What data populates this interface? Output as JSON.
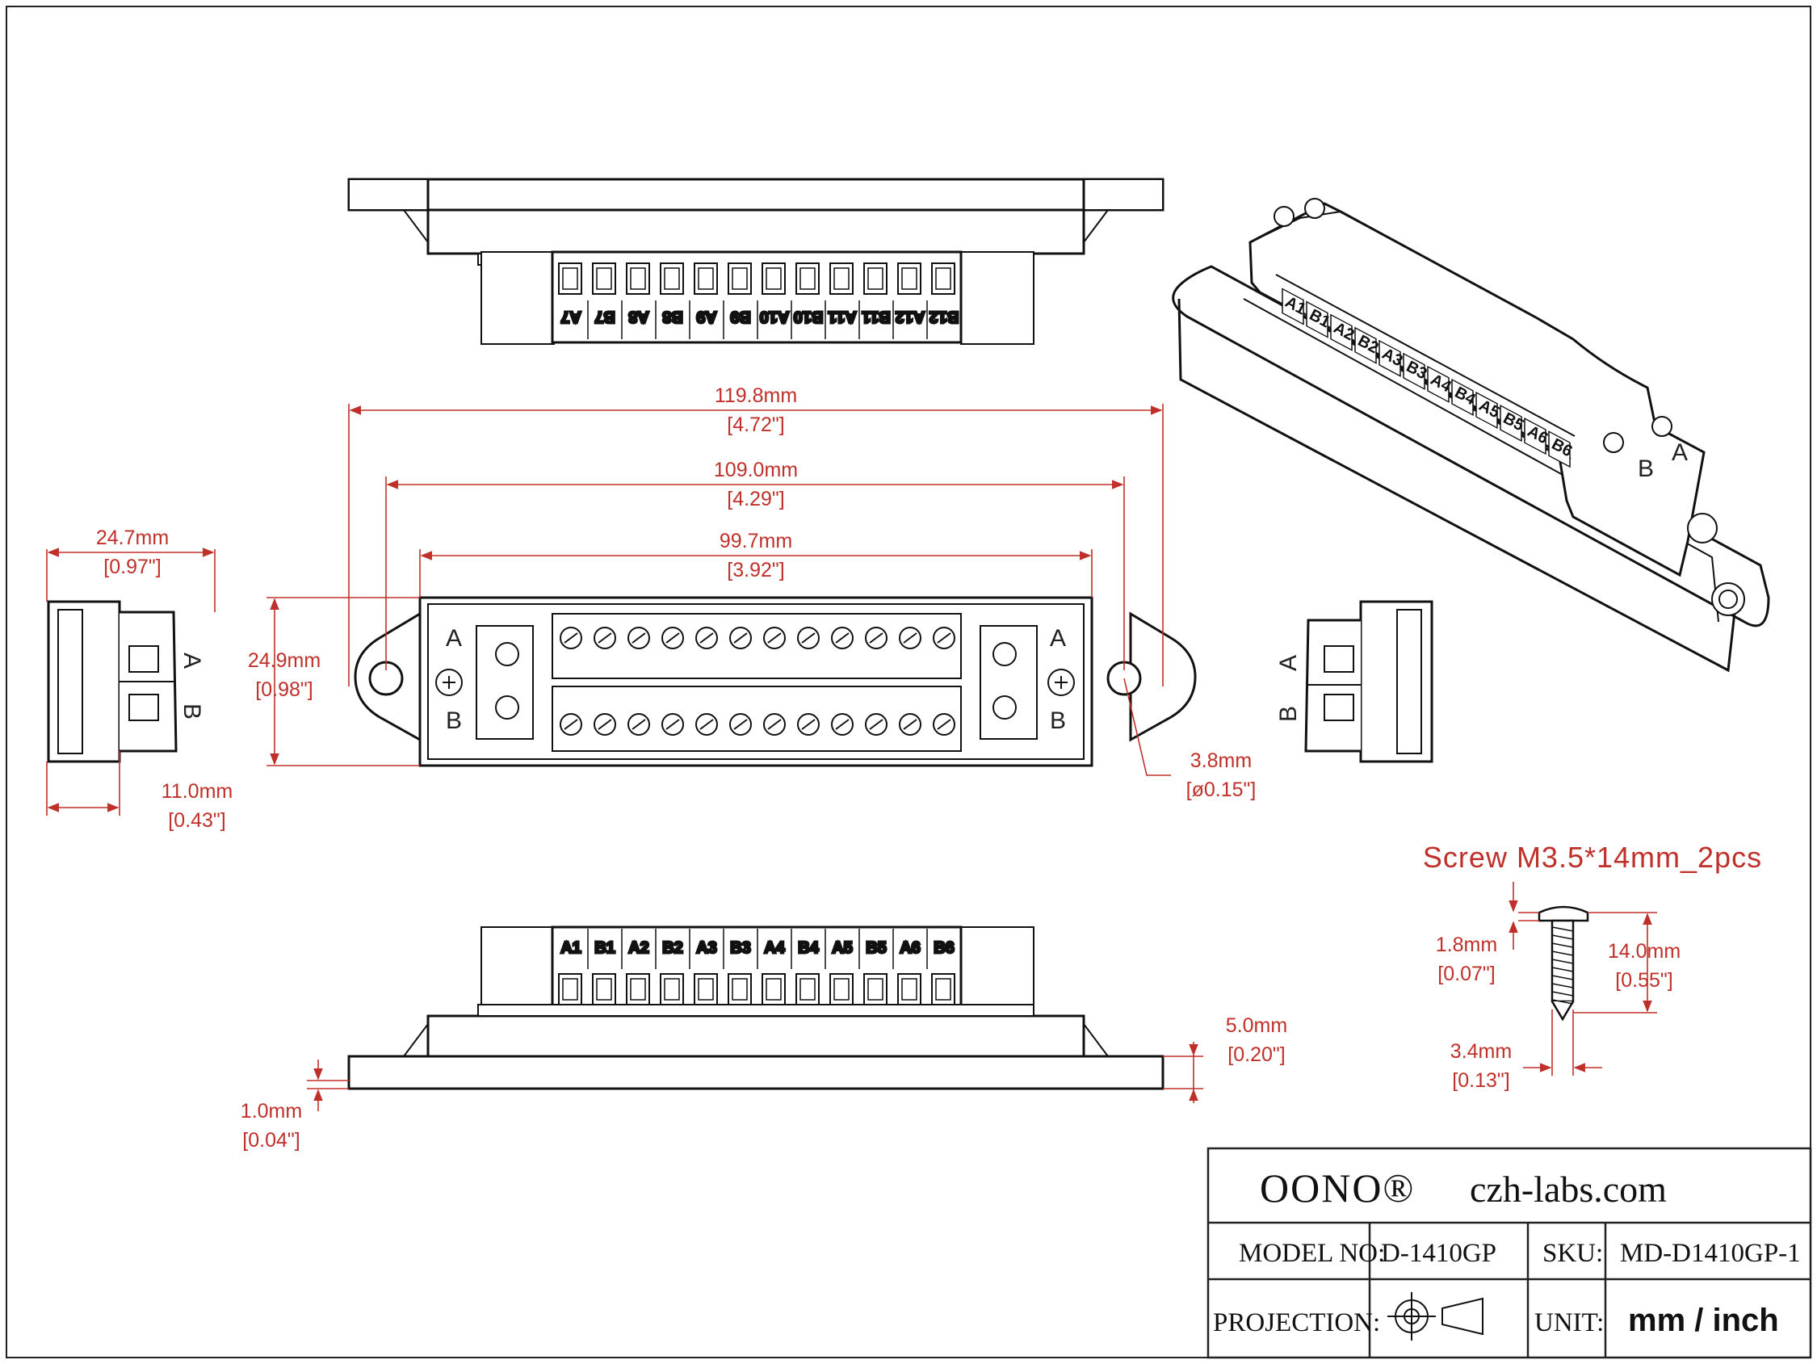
{
  "title_block": {
    "brand": "OONO®",
    "website": "czh-labs.com",
    "model_label": "MODEL NO:",
    "model_value": "D-1410GP",
    "sku_label": "SKU:",
    "sku_value": "MD-D1410GP-1",
    "projection_label": "PROJECTION:",
    "unit_label": "UNIT:",
    "unit_value": "mm / inch"
  },
  "dimensions": {
    "overall_length": {
      "mm": "119.8mm",
      "inch": "[4.72\"]"
    },
    "hole_pitch": {
      "mm": "109.0mm",
      "inch": "[4.29\"]"
    },
    "body_length": {
      "mm": "99.7mm",
      "inch": "[3.92\"]"
    },
    "body_width": {
      "mm": "24.9mm",
      "inch": "[0.98\"]"
    },
    "side_width": {
      "mm": "24.7mm",
      "inch": "[0.97\"]"
    },
    "side_depth": {
      "mm": "11.0mm",
      "inch": "[0.43\"]"
    },
    "hole_diameter": {
      "mm": "3.8mm",
      "inch": "[ø0.15\"]"
    },
    "flange_height": {
      "mm": "5.0mm",
      "inch": "[0.20\"]"
    },
    "base_thickness": {
      "mm": "1.0mm",
      "inch": "[0.04\"]"
    }
  },
  "screw": {
    "title": "Screw M3.5*14mm_2pcs",
    "head": {
      "mm": "1.8mm",
      "inch": "[0.07\"]"
    },
    "length": {
      "mm": "14.0mm",
      "inch": "[0.55\"]"
    },
    "diameter": {
      "mm": "3.4mm",
      "inch": "[0.13\"]"
    }
  },
  "terminals": {
    "front_row": [
      "A1",
      "B1",
      "A2",
      "B2",
      "A3",
      "B3",
      "A4",
      "B4",
      "A5",
      "B5",
      "A6",
      "B6"
    ],
    "back_row": [
      "A7",
      "B7",
      "A8",
      "B8",
      "A9",
      "B9",
      "A10",
      "B10",
      "A11",
      "B11",
      "A12",
      "B12"
    ],
    "bus_a": "A",
    "bus_b": "B"
  }
}
